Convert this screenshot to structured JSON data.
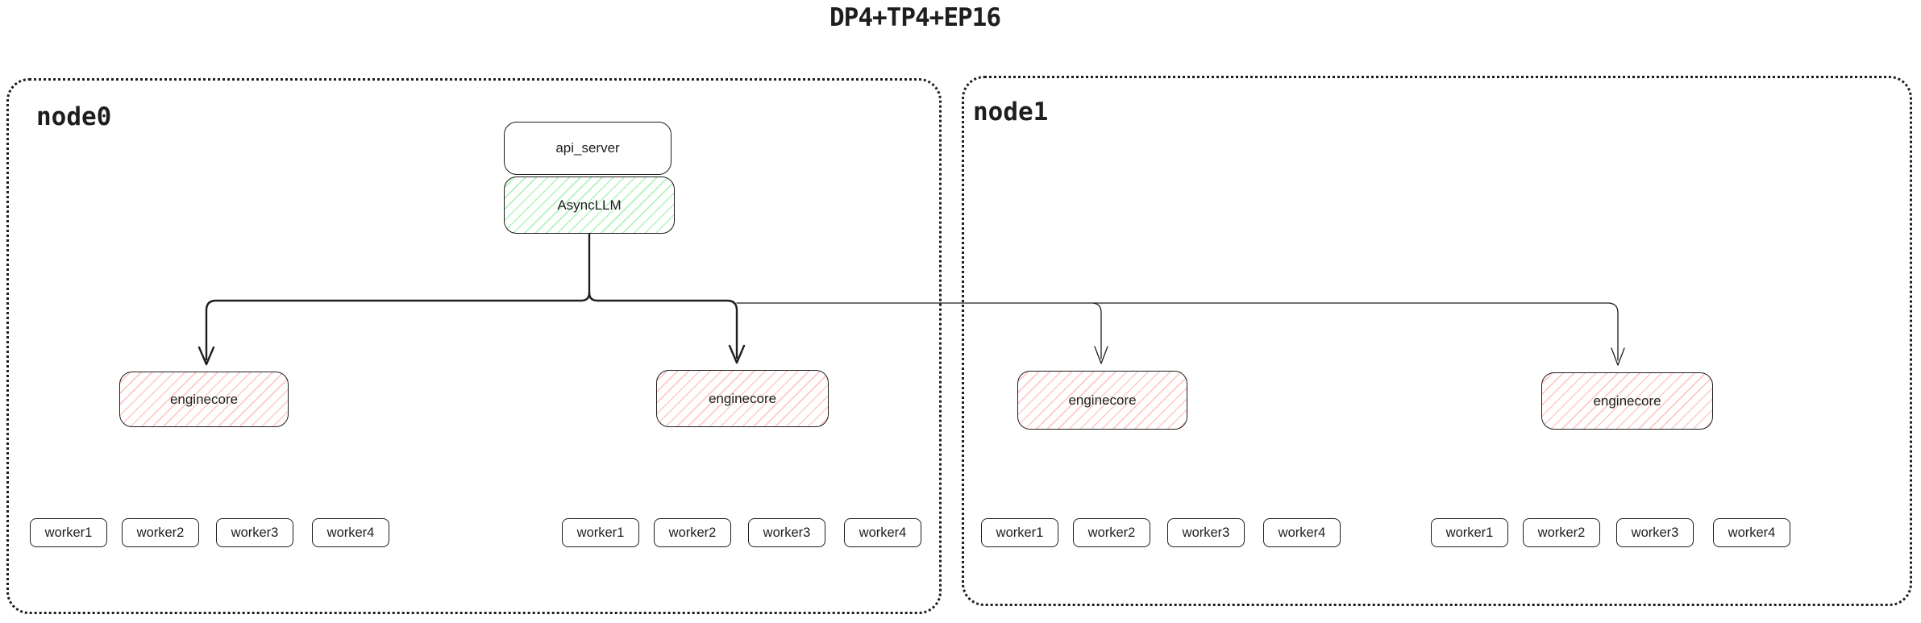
{
  "title": "DP4+TP4+EP16",
  "containers": {
    "node0": {
      "label": "node0"
    },
    "node1": {
      "label": "node1"
    }
  },
  "api_server": {
    "label": "api_server"
  },
  "async_llm": {
    "label": "AsyncLLM"
  },
  "enginecores": [
    {
      "label": "enginecore"
    },
    {
      "label": "enginecore"
    },
    {
      "label": "enginecore"
    },
    {
      "label": "enginecore"
    }
  ],
  "worker_groups": [
    [
      "worker1",
      "worker2",
      "worker3",
      "worker4"
    ],
    [
      "worker1",
      "worker2",
      "worker3",
      "worker4"
    ],
    [
      "worker1",
      "worker2",
      "worker3",
      "worker4"
    ],
    [
      "worker1",
      "worker2",
      "worker3",
      "worker4"
    ]
  ],
  "colors": {
    "stroke": "#1e1e1e",
    "green_hatch": "#b2f2bb",
    "red_hatch": "#ffc9c9"
  }
}
